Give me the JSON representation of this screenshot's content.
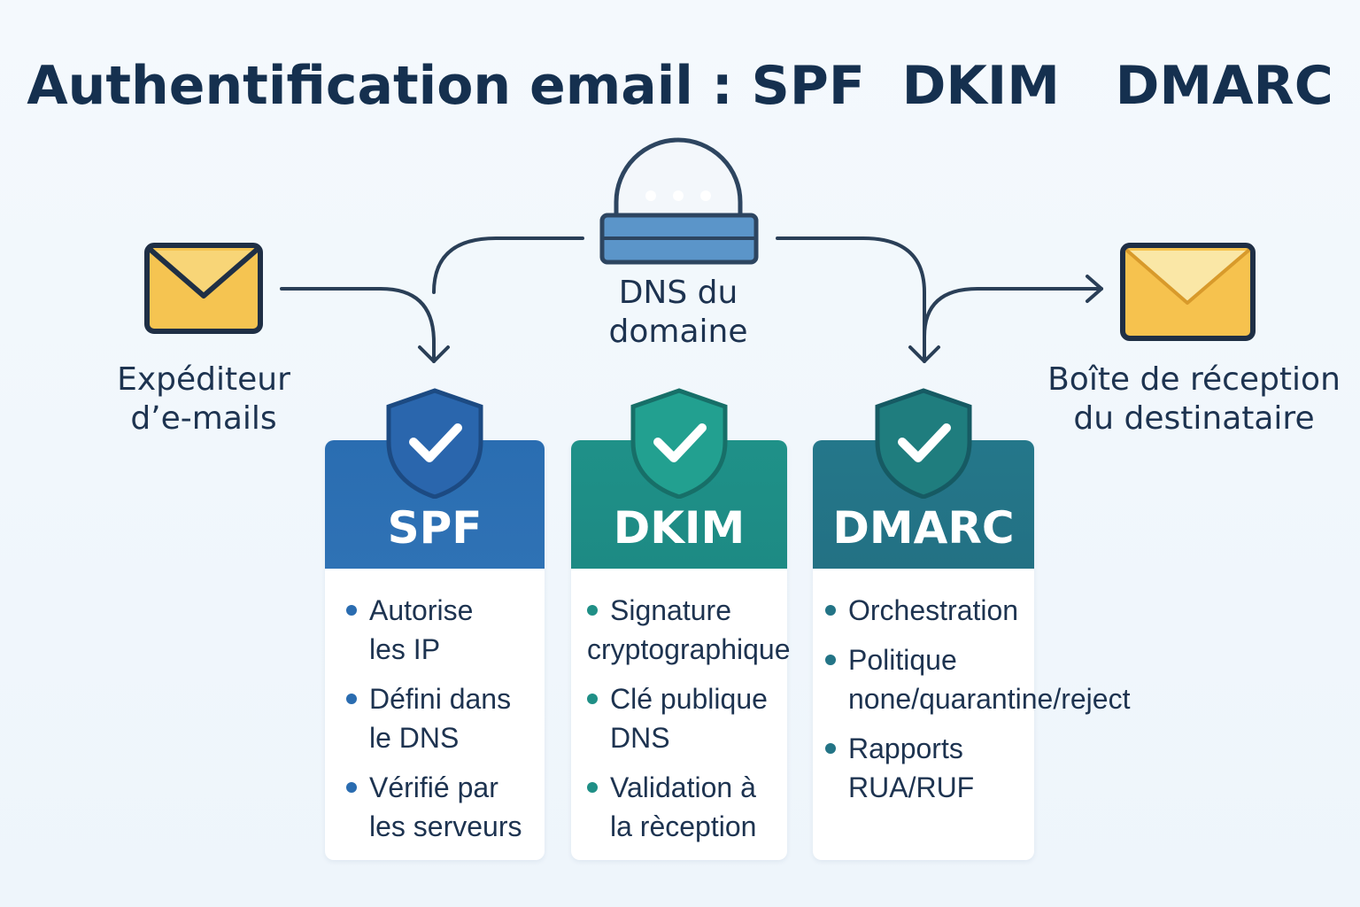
{
  "title": "Authentification email : SPF  DKIM   DMARC",
  "nodes": {
    "sender": {
      "label_line1": "Expéditeur",
      "label_line2": "d’e-mails",
      "icon": "envelope-icon"
    },
    "dns": {
      "label_line1": "DNS du",
      "label_line2": "domaine",
      "icon": "dns-server-icon"
    },
    "recipient": {
      "label_line1": "Boîte de réception",
      "label_line2": "du destinataire",
      "icon": "envelope-icon"
    }
  },
  "colors": {
    "spf": "#2a6cb0",
    "dkim": "#1f8f86",
    "dmarc": "#237486",
    "arrow": "#2a3f57",
    "envelope": "#f5c451"
  },
  "cards": [
    {
      "title": "SPF",
      "items": [
        {
          "line1": "Autorise",
          "line2": "les IP"
        },
        {
          "line1": "Défini dans",
          "line2": "le DNS"
        },
        {
          "line1": "Vérifié par",
          "line2": "les serveurs"
        }
      ]
    },
    {
      "title": "DKIM",
      "items": [
        {
          "line1": "Signature",
          "line2": "cryptographique"
        },
        {
          "line1": "Clé publique",
          "line2": "DNS"
        },
        {
          "line1": "Validation à",
          "line2": "la rèception"
        }
      ]
    },
    {
      "title": "DMARC",
      "items": [
        {
          "line1": "Orchestration",
          "line2": ""
        },
        {
          "line1": "Politique",
          "line2": "none/quarantine/reject"
        },
        {
          "line1": "Rapports",
          "line2": "RUA/RUF"
        }
      ]
    }
  ]
}
